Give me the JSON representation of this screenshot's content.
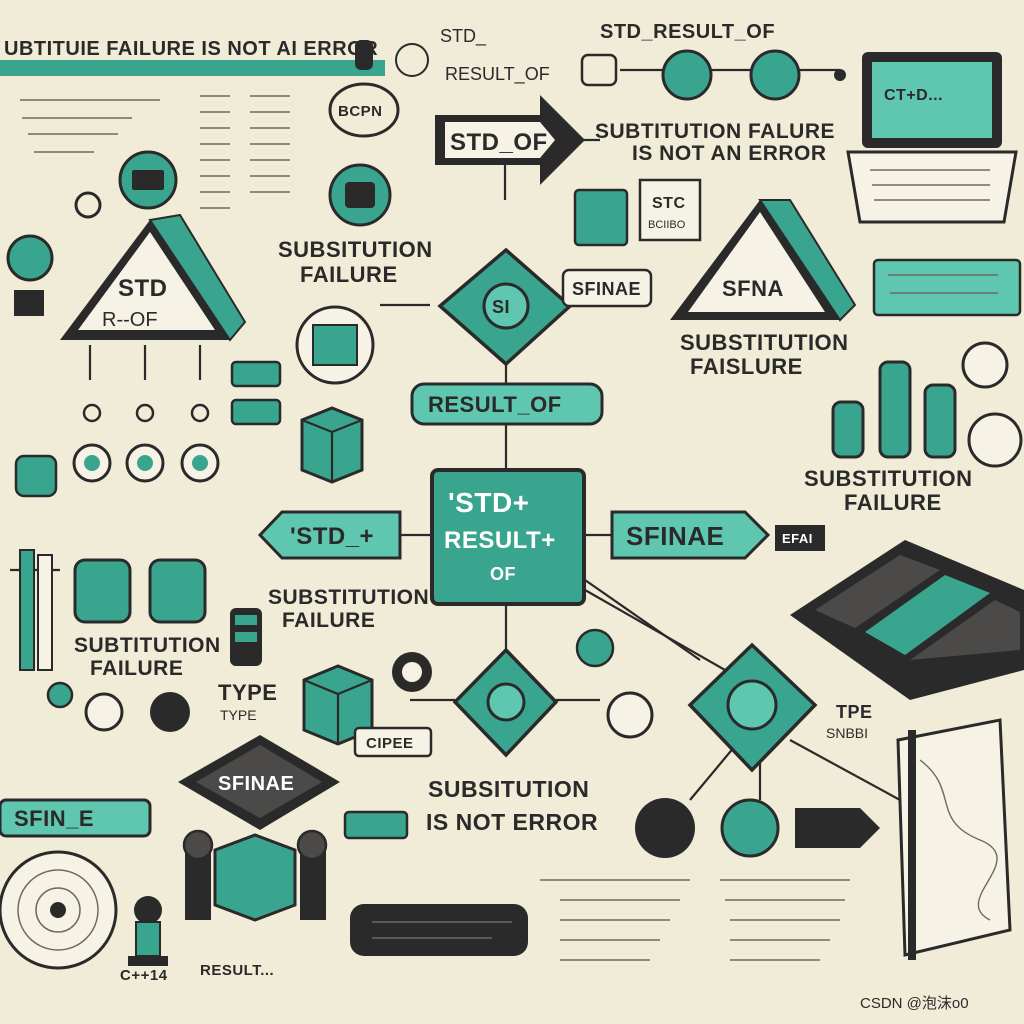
{
  "labels": {
    "top_left_title": "UBTITUIE FAILURE IS NOT AI ERROR",
    "top_center_small": "STD_",
    "top_center_result": "RESULT_OF",
    "top_right_title": "STD_RESULT_OF",
    "arrow_std_of": "STD_OF",
    "stamp_bcpn": "BCPN",
    "sfinae_sub_right": "SUBTITUTION FALURE",
    "sfinae_sub_right_2": "IS NOT AN ERROR",
    "laptop_screen": "CT+D...",
    "stc_box": "STC",
    "stc_box_2": "BCIIBO",
    "pyramid_left_line1": "STD",
    "pyramid_left_line2": "R--OF",
    "sub_fail_upper": "SUBSITUTION",
    "sub_fail_upper_2": "FAILURE",
    "diamond_top": "SI",
    "sfinae_tag": "SFINAE",
    "pyramid_right": "SFNA",
    "right_sub": "SUBSTITUTION",
    "right_sub_2": "FAISLURE",
    "result_of_pill": "RESULT_OF",
    "center_box_line1": "'STD+",
    "center_box_line2": "RESULT+",
    "center_box_line3": "OF",
    "std_left_tag": "'STD_+",
    "sfinae_right_tag": "SFINAE",
    "efai_tag": "EFAI",
    "sub_fail_mid_left": "SUBSTITUTION",
    "sub_fail_mid_left_2": "FAILURE",
    "sub_fail_bottom_left": "SUBTITUTION",
    "sub_fail_bottom_left_2": "FAILURE",
    "sub_fail_right_mid": "SUBSTITUTION",
    "sub_fail_right_mid_2": "FAILURE",
    "type_label": "TYPE",
    "type_label_2": "TYPE",
    "sfinae_bottom_diamond": "SFINAE",
    "cipee": "CIPEE",
    "sub_not_error": "SUBSITUTION",
    "sub_not_error_2": "IS NOT ERROR",
    "sfin_e_tag": "SFIN_E",
    "tpe_label": "TPE",
    "tpe_label_2": "SNBBI",
    "c14": "C++14",
    "result_bottom": "RESULT...",
    "watermark": "CSDN @泡沫o0"
  },
  "colors": {
    "background": "#f1ecd8",
    "teal": "#3aa58f",
    "teal_light": "#5fc7b0",
    "dark": "#2b2a2a",
    "gray": "#4b4a48"
  }
}
